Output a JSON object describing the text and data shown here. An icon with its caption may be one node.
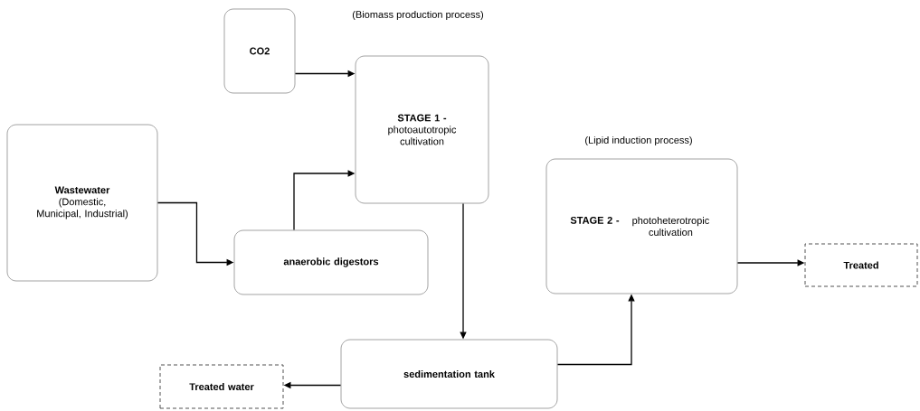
{
  "diagram": {
    "nodes": [
      {
        "text": [
          "CO2"
        ]
      },
      {
        "text": [
          "STAGE 1 -",
          "photoautotropic cultivation"
        ],
        "beside": [
          "(Biomass production process)"
        ]
      },
      {
        "text": [
          "Wastewater",
          "(Domestic, Municipal, Industrial)"
        ]
      },
      {
        "text": [
          "anaerobic digestors"
        ]
      },
      {
        "text": [
          "STAGE 2 -",
          "photoheterotropic cultivation"
        ],
        "beside": [
          "(Lipid induction process)"
        ]
      },
      {
        "text": [
          "Treated"
        ]
      },
      {
        "text": [
          "sedimentation tank"
        ]
      },
      {
        "text": [
          "Treated water"
        ]
      }
    ],
    "edges": [
      {
        "from": 0,
        "to": 1,
        "arrow": "to"
      },
      {
        "from": 2,
        "to": 3,
        "arrow": "to"
      },
      {
        "from": 3,
        "to": 1,
        "arrow": "to"
      },
      {
        "from": 1,
        "to": 6,
        "arrow": "to"
      },
      {
        "from": 6,
        "to": 7,
        "arrow": "to"
      },
      {
        "from": 6,
        "to": 4,
        "arrow": "to"
      },
      {
        "from": 4,
        "to": 5,
        "arrow": "to"
      }
    ]
  }
}
